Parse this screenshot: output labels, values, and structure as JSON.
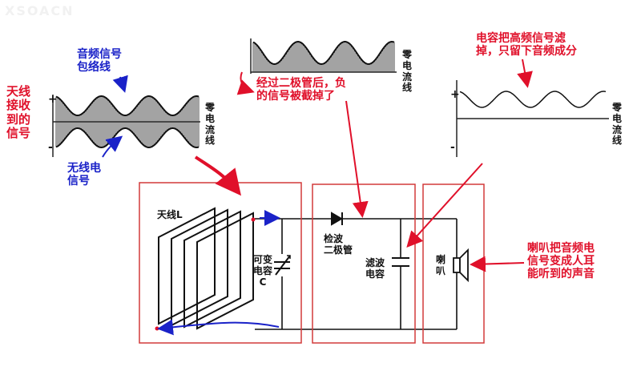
{
  "watermark": "XSOACN",
  "waveforms": {
    "input_plus": "+",
    "input_minus": "-",
    "input_axis": "零电流线",
    "rect_axis": "零电流线",
    "output_plus": "+",
    "output_minus": "-",
    "output_axis": "零电流线"
  },
  "annotations": {
    "antenna_received": "天线\n接收\n到的\n信号",
    "audio_envelope": "音频信号\n包络线",
    "radio_signal": "无线电\n信号",
    "after_diode": "经过二极管后，负\n的信号被截掉了",
    "capacitor_filter": "电容把高频信号滤\n掉，只留下音频成分",
    "speaker_note": "喇叭把音频电\n信号变成人耳\n能听到的声音"
  },
  "circuit": {
    "antenna_label": "天线L",
    "variable_cap_label": "可变\n电容\nC",
    "diode_label": "检波\n二极管",
    "filter_cap_label": "滤波\n电容",
    "speaker_label": "喇\n叭"
  },
  "colors": {
    "annotation_red": "#e0102a",
    "annotation_blue": "#1a22c8",
    "box_border": "#d23a3a"
  }
}
